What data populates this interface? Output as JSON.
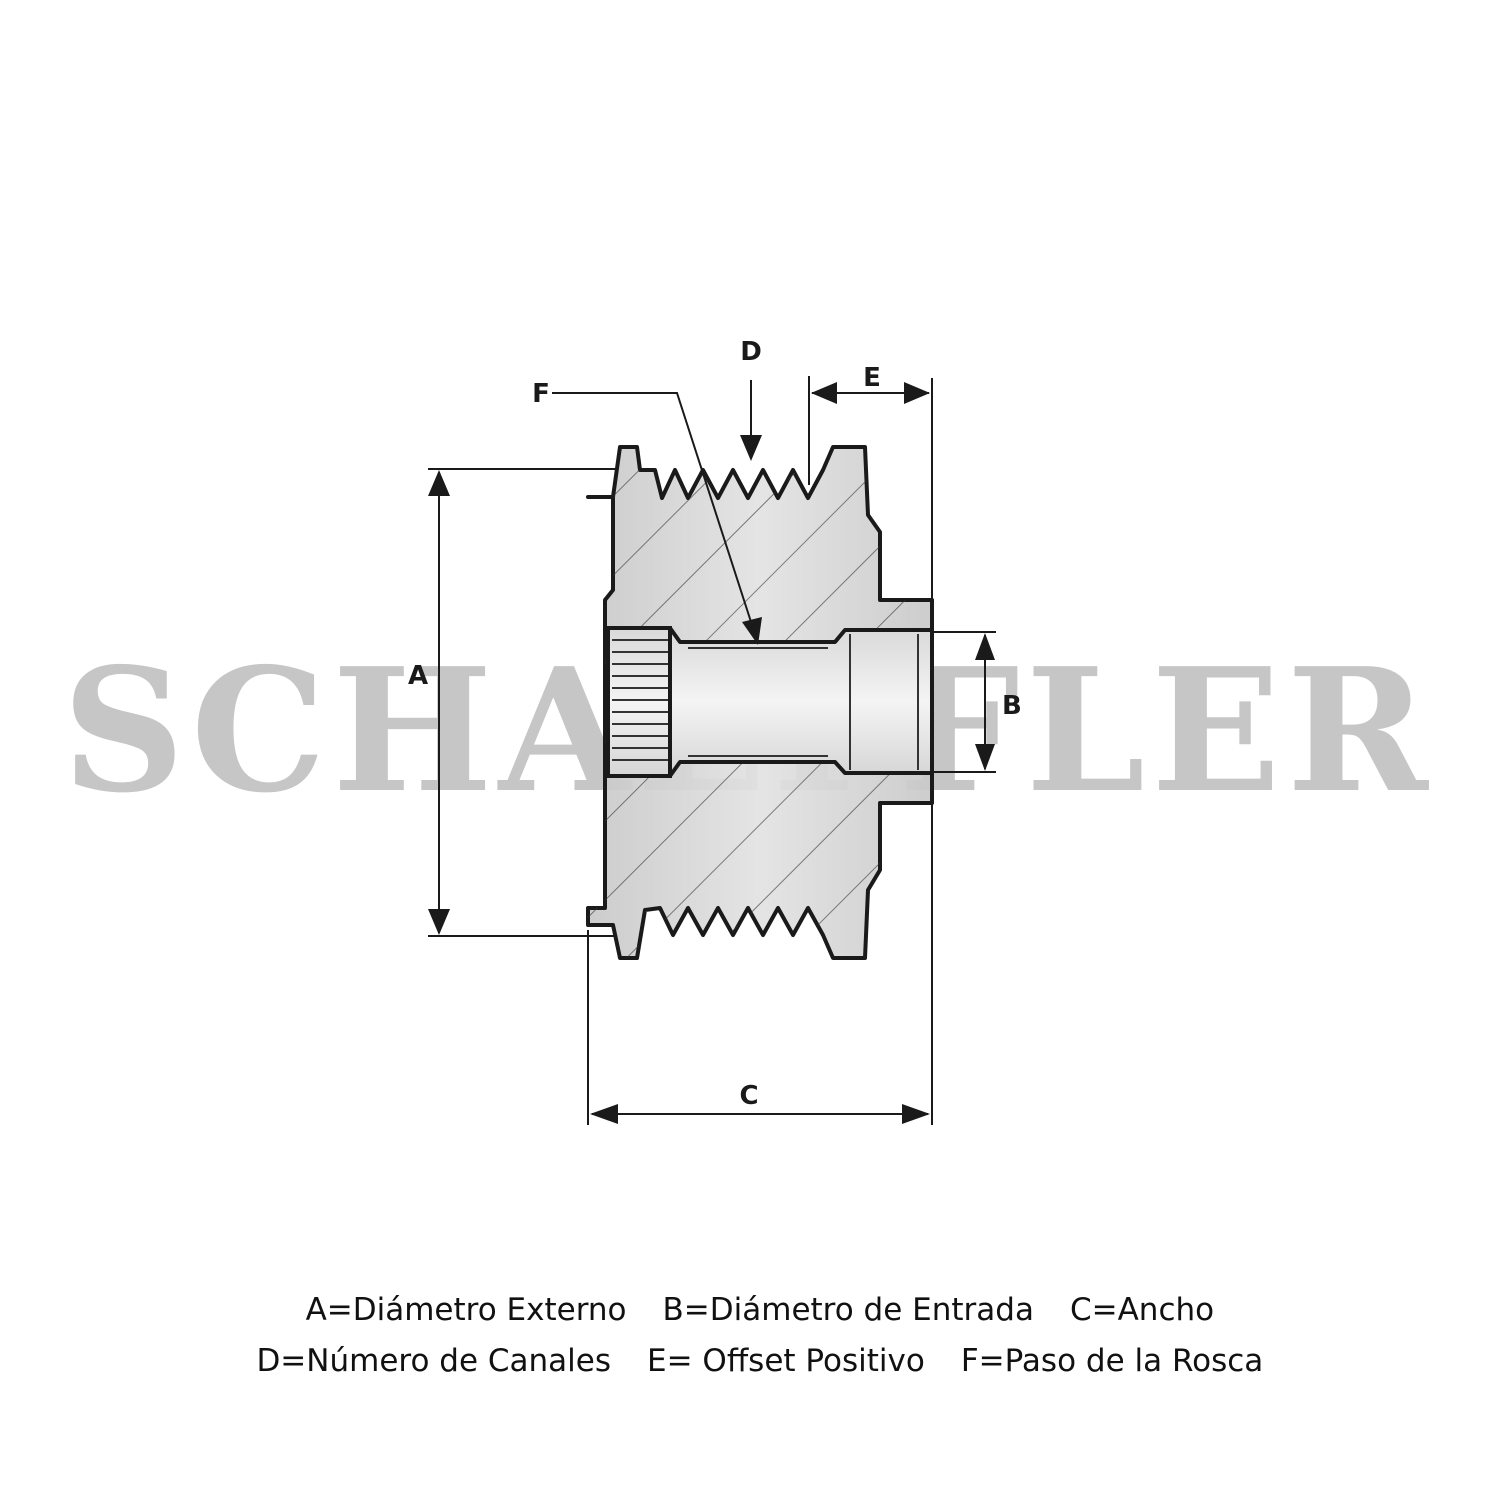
{
  "watermark": "SCHAEFFLER",
  "dimensions": {
    "A": "A",
    "B": "B",
    "C": "C",
    "D": "D",
    "E": "E",
    "F": "F"
  },
  "legend": {
    "row1": [
      "A=Diámetro Externo",
      "B=Diámetro de Entrada",
      "C=Ancho"
    ],
    "row2": [
      "D=Número de Canales",
      "E= Offset Positivo",
      "F=Paso de la Rosca"
    ]
  },
  "colors": {
    "body_fill": "#d4d4d4",
    "outline": "#1a1a1a",
    "watermark": "#bdbdbd"
  }
}
